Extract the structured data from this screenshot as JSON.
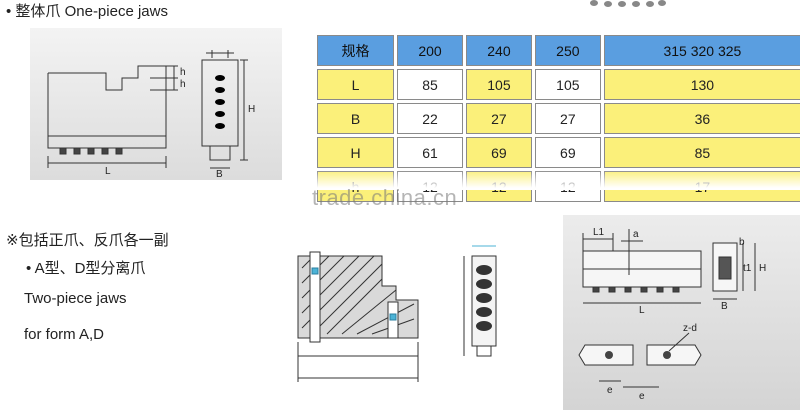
{
  "header": {
    "title": "• 整体爪 One-piece jaws"
  },
  "table": {
    "headers": [
      "规格",
      "200",
      "240",
      "250",
      "315 320 325"
    ],
    "rows": [
      {
        "label": "L",
        "values": [
          "85",
          "105",
          "105",
          "130"
        ]
      },
      {
        "label": "B",
        "values": [
          "22",
          "27",
          "27",
          "36"
        ]
      },
      {
        "label": "H",
        "values": [
          "61",
          "69",
          "69",
          "85"
        ]
      },
      {
        "label": "h",
        "values": [
          "12",
          "12",
          "12",
          "17"
        ]
      }
    ]
  },
  "watermark": "trade.china.cn",
  "notes": {
    "line1": "※包括正爪、反爪各一副",
    "line2": "• A型、D型分离爪",
    "line3": "Two-piece jaws",
    "line4": "for form A,D"
  },
  "drawing_labels": {
    "top": {
      "h1": "h",
      "h2": "h",
      "H": "H",
      "L": "L",
      "B": "B"
    },
    "right": {
      "L1": "L1",
      "a": "a",
      "b": "b",
      "t1": "t1",
      "H": "H",
      "L": "L",
      "B": "B",
      "zd": "z-d",
      "e1": "e",
      "e2": "e"
    }
  },
  "colors": {
    "header_bg": "#5a9ee0",
    "yellow": "#fbf07a",
    "border": "#8a8a8a"
  }
}
